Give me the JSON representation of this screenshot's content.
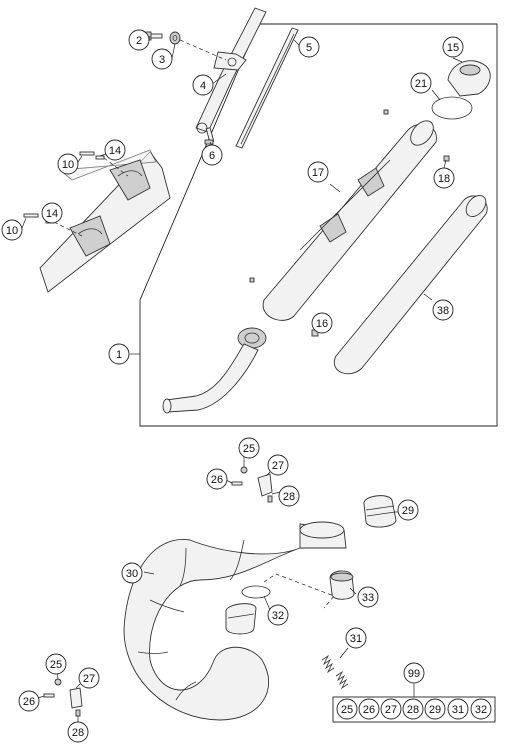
{
  "callouts": {
    "c1": "1",
    "c2": "2",
    "c3": "3",
    "c4": "4",
    "c5": "5",
    "c6": "6",
    "c10a": "10",
    "c10b": "10",
    "c14a": "14",
    "c14b": "14",
    "c15": "15",
    "c16": "16",
    "c17": "17",
    "c18": "18",
    "c21": "21",
    "c25a": "25",
    "c26a": "26",
    "c27a": "27",
    "c28a": "28",
    "c29": "29",
    "c30": "30",
    "c31": "31",
    "c32": "32",
    "c33": "33",
    "c25b": "25",
    "c26b": "26",
    "c27b": "27",
    "c28b": "28",
    "c99": "99"
  },
  "kit": {
    "items": [
      "25",
      "26",
      "27",
      "28",
      "29",
      "31",
      "32"
    ]
  }
}
